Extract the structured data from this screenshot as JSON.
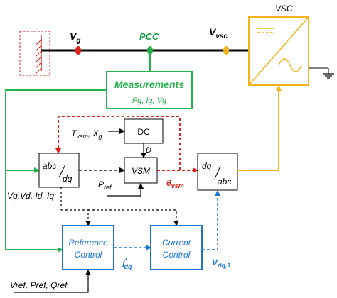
{
  "labels": {
    "vg": "V",
    "vg_sub": "g",
    "pcc": "PCC",
    "vvsc": "V",
    "vvsc_sub": "vsc",
    "vsc": "VSC",
    "measurements": "Measurements",
    "measurements_signals": "Pg, Ig, Vg",
    "tvsm": "T",
    "tvsm_sub": "vsm",
    "xg": ", X",
    "xg_sub": "g",
    "dc": "DC",
    "d": "D",
    "abc_dq_top": "abc",
    "abc_dq_bottom": "dq",
    "vsm": "VSM",
    "pref": "P",
    "pref_sub": "ref",
    "theta": "θ",
    "theta_sub": "vsm",
    "dq_abc_top": "dq",
    "dq_abc_bottom": "abc",
    "vqd_line": "Vq,Vd, Id, Iq",
    "reference_control_1": "Reference",
    "reference_control_2": "Control",
    "current_control_1": "Current",
    "current_control_2": "Control",
    "idq_star": "I",
    "idq_star_sub": "dq",
    "vdq1": "V",
    "vdq1_sub": "dq,1",
    "ref_inputs": "Vref, Pref, Qref"
  },
  "colors": {
    "black": "#000000",
    "green": "#22b14c",
    "red": "#e0201b",
    "blue": "#1a75d1",
    "orange": "#f2b41a",
    "grid_hatch": "#e0201b",
    "pcc_text": "#17a046"
  }
}
